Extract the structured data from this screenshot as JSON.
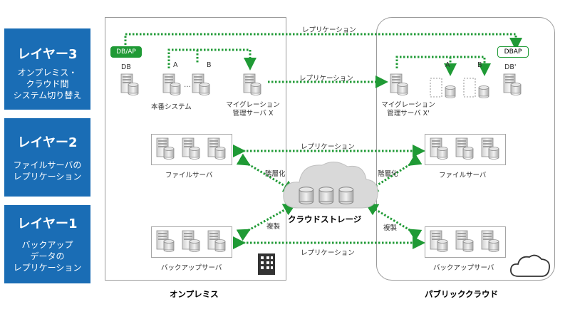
{
  "layers": [
    {
      "title": "レイヤー3",
      "desc": "オンプレミス・\nクラウド間\nシステム切り替え"
    },
    {
      "title": "レイヤー2",
      "desc": "ファイルサーバの\nレプリケーション"
    },
    {
      "title": "レイヤー1",
      "desc": "バックアップ\nデータの\nレプリケーション"
    }
  ],
  "onprem": {
    "title": "オンプレミス",
    "dbap_badge": "DB/AP",
    "db_label": "DB",
    "a_label": "A",
    "b_label": "B",
    "system_label": "本番システム",
    "migration_label": "マイグレーション\n管理サーバ X",
    "file_label": "ファイルサーバ",
    "backup_label": "バックアップサーバ"
  },
  "cloud": {
    "title": "パブリッククラウド",
    "dbap_badge": "DBAP",
    "db_label": "DB'",
    "a_label": "A",
    "b_label": "B",
    "migration_label": "マイグレーション\n管理サーバ X'",
    "file_label": "ファイルサーバ",
    "backup_label": "バックアップサーバ"
  },
  "storage": {
    "label": "クラウドストレージ",
    "tiering_left": "階層化",
    "tiering_right": "階層化",
    "copy_left": "複製",
    "copy_right": "複製"
  },
  "replication_labels": [
    "レプリケーション",
    "レプリケーション",
    "レプリケーション",
    "レプリケーション"
  ],
  "colors": {
    "layer_bg": "#1a6db5",
    "arrow": "#1f9a35",
    "border": "#9b9b9b"
  }
}
